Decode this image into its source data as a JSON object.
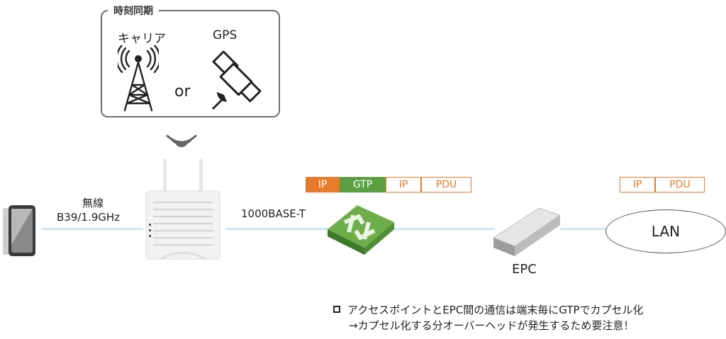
{
  "sync": {
    "title": "時刻同期",
    "carrier_label": "キャリア",
    "gps_label": "GPS",
    "or_label": "or"
  },
  "links": {
    "wireless_line1": "無線",
    "wireless_line2": "B39/1.9GHz",
    "wired_label": "1000BASE-T"
  },
  "packet_ap": {
    "fields": [
      {
        "label": "IP",
        "style": "orange"
      },
      {
        "label": "GTP",
        "style": "green"
      },
      {
        "label": "IP",
        "style": "white"
      },
      {
        "label": "PDU",
        "style": "white"
      }
    ]
  },
  "packet_lan": {
    "fields": [
      {
        "label": "IP",
        "style": "white"
      },
      {
        "label": "PDU",
        "style": "white"
      }
    ]
  },
  "nodes": {
    "epc_label": "EPC",
    "lan_label": "LAN"
  },
  "note": {
    "line1": "アクセスポイントとEPC間の通信は端末毎にGTPでカプセル化",
    "line2": "→カプセル化する分オーバーヘッドが発生するため要注意！"
  },
  "colors": {
    "orange": "#e87b2a",
    "green": "#5aa040",
    "link": "#cfe6f3"
  }
}
